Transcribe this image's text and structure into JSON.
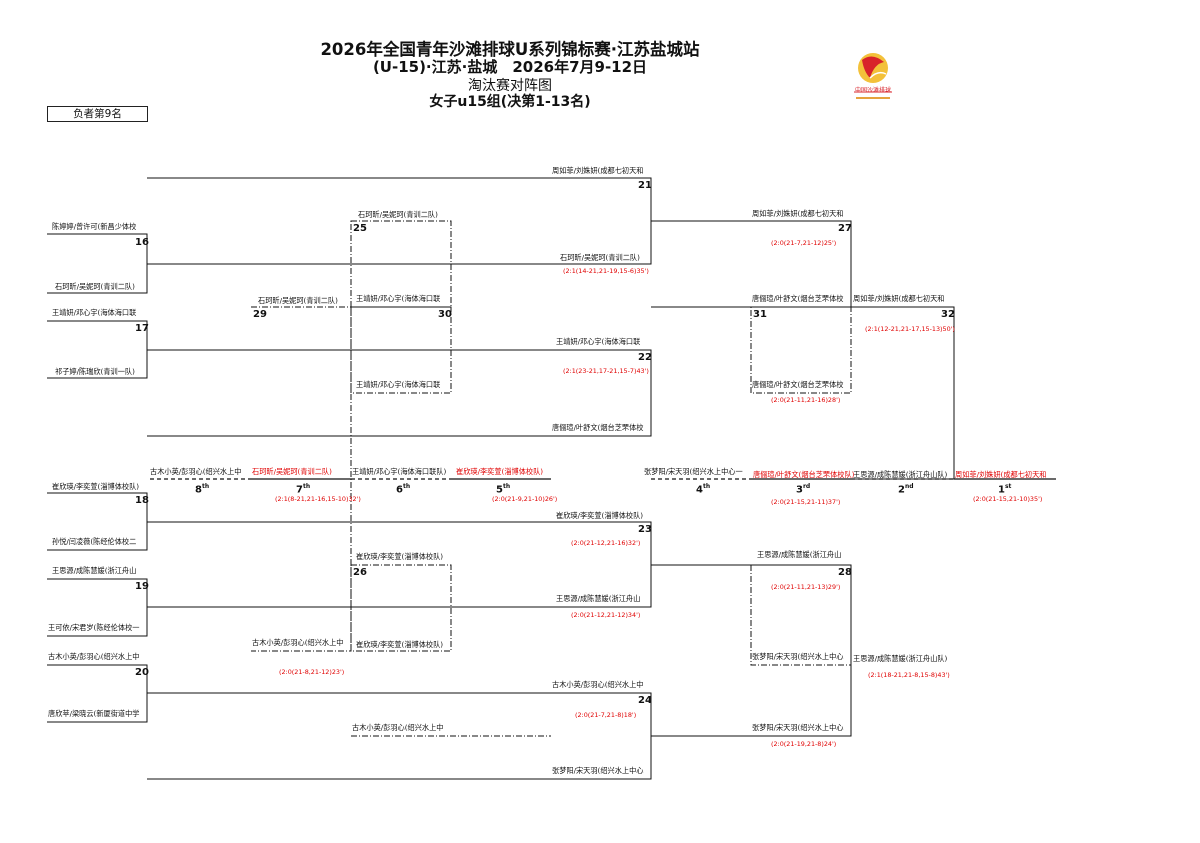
{
  "header": {
    "title": "2026年全国青年沙滩排球U系列锦标赛·江苏盐城站",
    "subtitle": "(U-15)·江苏·盐城　2026年7月9-12日",
    "chart_title": "淘汰赛对阵图",
    "group": "女子u15组(决第1-13名)",
    "logo_text": "中国沙滩排球"
  },
  "box_label": "负者第9名",
  "teams": {
    "t1": "周如菲/刘姝妍(成都七初天和",
    "t2": "陈婷婷/曾许可(新昌少体校",
    "t3": "石珂昕/吴妮珂(青训二队)",
    "t4": "王靖妍/邓心宇(海体海口联",
    "t5": "祁子婷/陈瑞欣(青训一队)",
    "t6": "唐俪瑄/叶舒文(烟台芝罘体校",
    "t7": "崔欣瑛/李奕萱(淄博体校队)",
    "t8": "孙悦/闫凌薇(陈经伦体校二",
    "t9": "王思源/成陈慧媛(浙江舟山",
    "t10": "王可依/宋君岁(陈经伦体校一",
    "t11": "古木小英/彭羽心(绍兴水上中",
    "t12": "唐欣苹/梁晓云(新厦街道中学",
    "t13": "张梦阳/宋天羽(绍兴水上中心",
    "w21": "周如菲/刘姝妍(成都七初天和",
    "w25": "石珂昕/吴妮珂(青训二队)",
    "l21": "石珂昕/吴妮珂(青训二队)",
    "w27": "周如菲/刘姝妍(成都七初天和",
    "l29": "石珂昕/吴妮珂(青训二队)",
    "w30": "王靖妍/邓心宇(海体海口联",
    "w22": "王靖妍/邓心宇(海体海口联",
    "w30b": "王靖妍/邓心宇(海体海口联",
    "w31": "唐俪瑄/叶舒文(烟台芝罘体校",
    "w32": "周如菲/刘姝妍(成都七初天和",
    "l22": "唐俪瑄/叶舒文(烟台芝罘体校",
    "l31": "唐俪瑄/叶舒文(烟台芝罘体校",
    "p8": "古木小英/彭羽心(绍兴水上中",
    "p7": "石珂昕/吴妮珂(青训二队)",
    "p6": "王靖妍/邓心宇(海体海口联队)",
    "p5": "崔欣瑛/李奕萱(淄博体校队)",
    "p4": "张梦阳/宋天羽(绍兴水上中心一",
    "p3": "唐俪瑄/叶舒文(烟台芝罘体校队)",
    "p2": "王思源/成陈慧媛(浙江舟山队)",
    "p1": "周如菲/刘姝妍(成都七初天和",
    "w23": "崔欣瑛/李奕萱(淄博体校队)",
    "w26": "崔欣瑛/李奕萱(淄博体校队)",
    "l23": "王思源/成陈慧媛(浙江舟山",
    "w28": "王思源/成陈慧媛(浙江舟山",
    "l26": "崔欣瑛/李奕萱(淄博体校队)",
    "l29b": "古木小英/彭羽心(绍兴水上中",
    "w24": "古木小英/彭羽心(绍兴水上中",
    "w26b": "古木小英/彭羽心(绍兴水上中",
    "l28": "张梦阳/宋天羽(绍兴水上中心",
    "l28b": "王思源/成陈慧媛(浙江舟山队)",
    "l24": "张梦阳/宋天羽(绍兴水上中心",
    "w28b": "张梦阳/宋天羽(绍兴水上中心"
  },
  "scores": {
    "s27": "(2:0(21-7,21-12)25')",
    "s21": "(2:1(14-21,21-19,15-6)35')",
    "s32": "(2:1(12-21,21-17,15-13)50')",
    "s22": "(2:1(23-21,17-21,15-7)43')",
    "s31": "(2:0(21-11,21-16)28')",
    "s18": "(2:1(8-21,21-16,15-10)32')",
    "s5": "(2:0(21-9,21-10)26')",
    "s3": "(2:0(21-15,21-11)37')",
    "s1": "(2:0(21-15,21-10)35')",
    "s23": "(2:0(21-12,21-16)32')",
    "s19": "(2:0(21-11,21-13)29')",
    "s26": "(2:0(21-12,21-12)34')",
    "s20": "(2:0(21-8,21-12)23')",
    "s28": "(2:1(18-21,21-8,15-8)43')",
    "s24": "(2:0(21-7,21-8)18')",
    "s24b": "(2:0(21-19,21-8)24')"
  },
  "match_numbers": [
    "16",
    "17",
    "18",
    "19",
    "20",
    "21",
    "22",
    "23",
    "24",
    "25",
    "26",
    "27",
    "28",
    "29",
    "30",
    "31",
    "32"
  ],
  "ranks": [
    "8",
    "7",
    "6",
    "5",
    "4",
    "3",
    "2",
    "1"
  ],
  "colors": {
    "winner_red": "#e00000",
    "line": "#111111"
  }
}
